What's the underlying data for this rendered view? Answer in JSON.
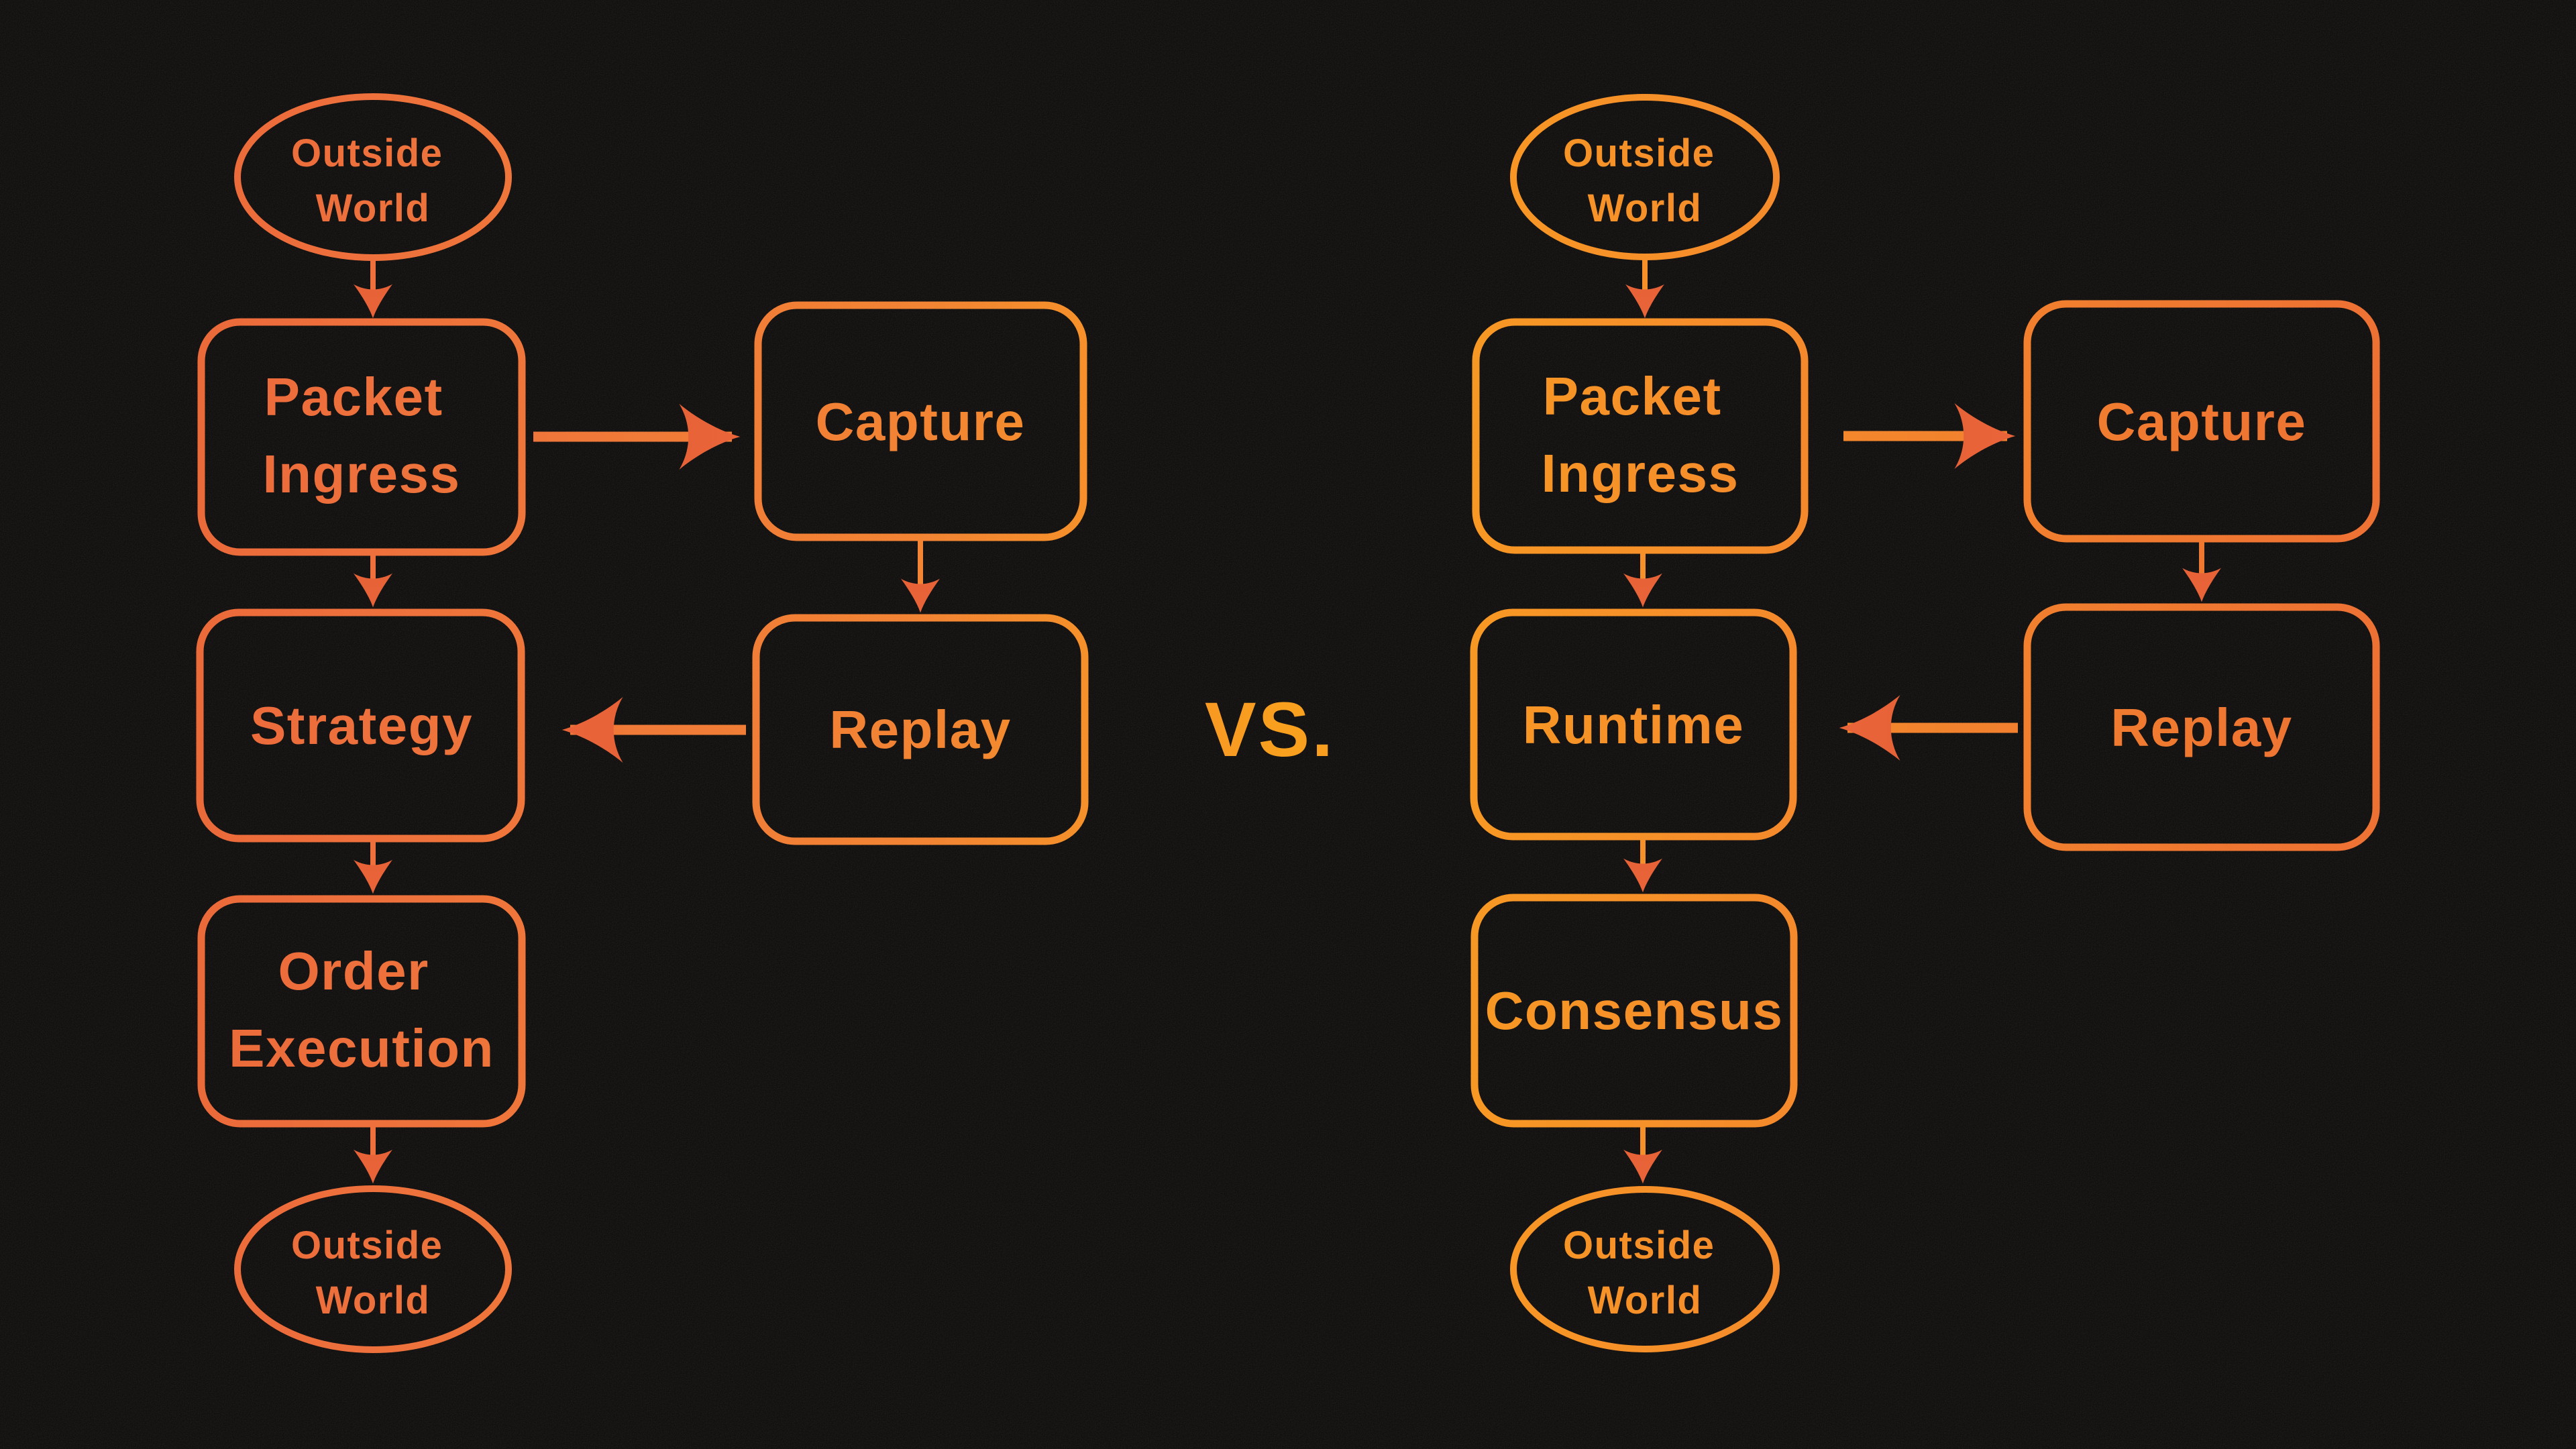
{
  "vs": {
    "label": "VS."
  },
  "left_diagram": {
    "outside_world_top": {
      "line1": "Outside",
      "line2": "World"
    },
    "packet_ingress": {
      "line1": "Packet",
      "line2": "Ingress"
    },
    "capture": {
      "label": "Capture"
    },
    "replay": {
      "label": "Replay"
    },
    "strategy": {
      "label": "Strategy"
    },
    "order_execution": {
      "line1": "Order",
      "line2": "Execution"
    },
    "outside_world_bottom": {
      "line1": "Outside",
      "line2": "World"
    },
    "edges": [
      "Outside World -> Packet Ingress",
      "Packet Ingress -> Capture",
      "Capture -> Replay",
      "Replay -> Strategy",
      "Packet Ingress -> Strategy",
      "Strategy -> Order Execution",
      "Order Execution -> Outside World"
    ]
  },
  "right_diagram": {
    "outside_world_top": {
      "line1": "Outside",
      "line2": "World"
    },
    "packet_ingress": {
      "line1": "Packet",
      "line2": "Ingress"
    },
    "capture": {
      "label": "Capture"
    },
    "replay": {
      "label": "Replay"
    },
    "runtime": {
      "label": "Runtime"
    },
    "consensus": {
      "label": "Consensus"
    },
    "outside_world_bottom": {
      "line1": "Outside",
      "line2": "World"
    },
    "edges": [
      "Outside World -> Packet Ingress",
      "Packet Ingress -> Capture",
      "Capture -> Replay",
      "Replay -> Runtime",
      "Packet Ingress -> Runtime",
      "Runtime -> Consensus",
      "Consensus -> Outside World"
    ]
  },
  "colors": {
    "background": "#0A0807",
    "stroke_gradient_stops": [
      "#E86238",
      "#EE713C",
      "#F28433",
      "#F9A01E",
      "#F69029",
      "#EF7731",
      "#EA6A36"
    ],
    "left_diagram_stroke": "#EE713C",
    "center_vs_text": "#F9A01E",
    "right_diagram_stroke": "#F69029"
  }
}
